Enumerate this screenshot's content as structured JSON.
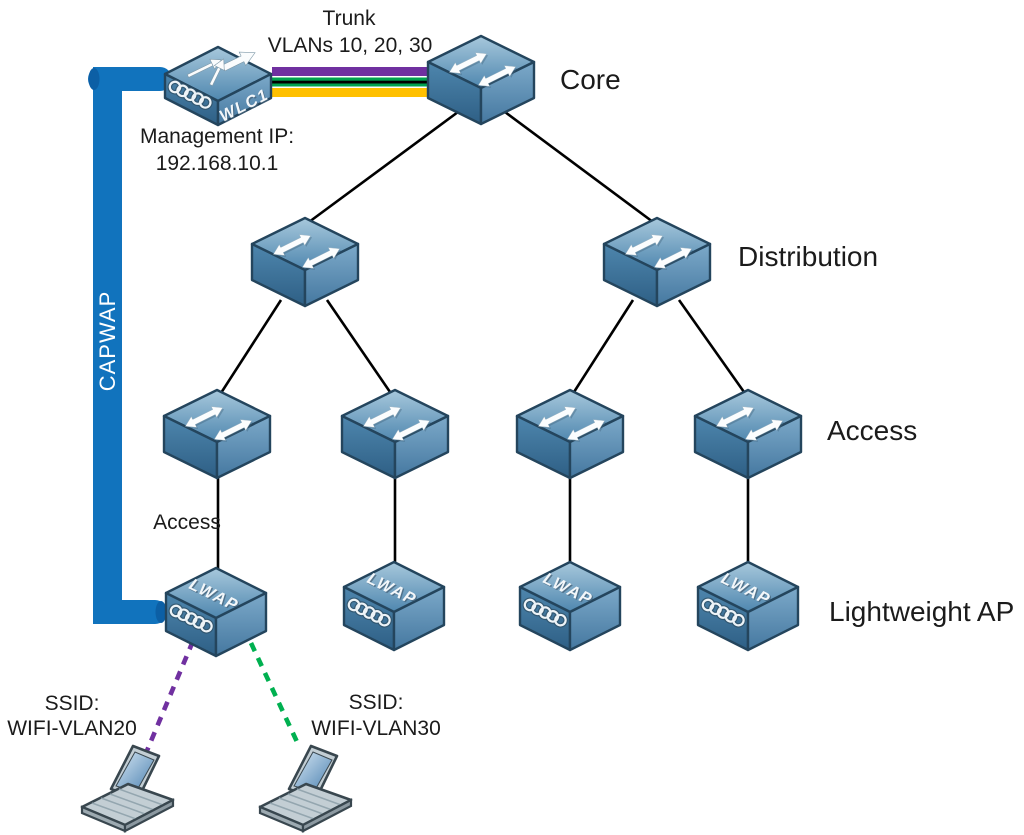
{
  "labels": {
    "trunk_line1": "Trunk",
    "trunk_line2": "VLANs 10, 20, 30",
    "mgmt_line1": "Management IP:",
    "mgmt_line2": "192.168.10.1",
    "core": "Core",
    "distribution": "Distribution",
    "access_tier": "Access",
    "access_link": "Access",
    "lightweight_ap": "Lightweight AP",
    "capwap": "CAPWAP",
    "wlc": "WLC1",
    "lwap": "LWAP",
    "ssid20_line1": "SSID:",
    "ssid20_line2": "WIFI-VLAN20",
    "ssid30_line1": "SSID:",
    "ssid30_line2": "WIFI-VLAN30"
  },
  "colors": {
    "capwap_tunnel": "#1173BD",
    "capwap_tunnel_cap": "#0C5FA5",
    "trunk_vlan_purple": "#7030A0",
    "trunk_vlan_green": "#00A14E",
    "trunk_native_black": "#000000",
    "trunk_vlan_yellow": "#FFC000",
    "ssid_vlan20_link": "#7030A0",
    "ssid_vlan30_link": "#00B050",
    "wired_link": "#000000"
  },
  "topology": {
    "tiers": [
      "Core",
      "Distribution",
      "Access",
      "Lightweight AP"
    ],
    "nodes": [
      {
        "id": "wlc1",
        "type": "wireless-lan-controller",
        "label": "WLC1",
        "management_ip": "192.168.10.1"
      },
      {
        "id": "core",
        "type": "switch",
        "tier": "Core"
      },
      {
        "id": "dist1",
        "type": "switch",
        "tier": "Distribution"
      },
      {
        "id": "dist2",
        "type": "switch",
        "tier": "Distribution"
      },
      {
        "id": "access1",
        "type": "switch",
        "tier": "Access"
      },
      {
        "id": "access2",
        "type": "switch",
        "tier": "Access"
      },
      {
        "id": "access3",
        "type": "switch",
        "tier": "Access"
      },
      {
        "id": "access4",
        "type": "switch",
        "tier": "Access"
      },
      {
        "id": "lwap1",
        "type": "lightweight-access-point",
        "label": "LWAP"
      },
      {
        "id": "lwap2",
        "type": "lightweight-access-point",
        "label": "LWAP"
      },
      {
        "id": "lwap3",
        "type": "lightweight-access-point",
        "label": "LWAP"
      },
      {
        "id": "lwap4",
        "type": "lightweight-access-point",
        "label": "LWAP"
      },
      {
        "id": "laptop1",
        "type": "laptop",
        "ssid": "WIFI-VLAN20"
      },
      {
        "id": "laptop2",
        "type": "laptop",
        "ssid": "WIFI-VLAN30"
      }
    ],
    "links": [
      {
        "from": "wlc1",
        "to": "core",
        "type": "trunk",
        "vlans": "10, 20, 30"
      },
      {
        "from": "wlc1",
        "to": "lwap1",
        "type": "capwap-tunnel",
        "label": "CAPWAP"
      },
      {
        "from": "core",
        "to": "dist1",
        "type": "wired"
      },
      {
        "from": "core",
        "to": "dist2",
        "type": "wired"
      },
      {
        "from": "dist1",
        "to": "access1",
        "type": "wired"
      },
      {
        "from": "dist1",
        "to": "access2",
        "type": "wired"
      },
      {
        "from": "dist2",
        "to": "access3",
        "type": "wired"
      },
      {
        "from": "dist2",
        "to": "access4",
        "type": "wired"
      },
      {
        "from": "access1",
        "to": "lwap1",
        "type": "access"
      },
      {
        "from": "access2",
        "to": "lwap2",
        "type": "wired"
      },
      {
        "from": "access3",
        "to": "lwap3",
        "type": "wired"
      },
      {
        "from": "access4",
        "to": "lwap4",
        "type": "wired"
      },
      {
        "from": "lwap1",
        "to": "laptop1",
        "type": "wireless",
        "ssid": "WIFI-VLAN20"
      },
      {
        "from": "lwap1",
        "to": "laptop2",
        "type": "wireless",
        "ssid": "WIFI-VLAN30"
      }
    ]
  }
}
